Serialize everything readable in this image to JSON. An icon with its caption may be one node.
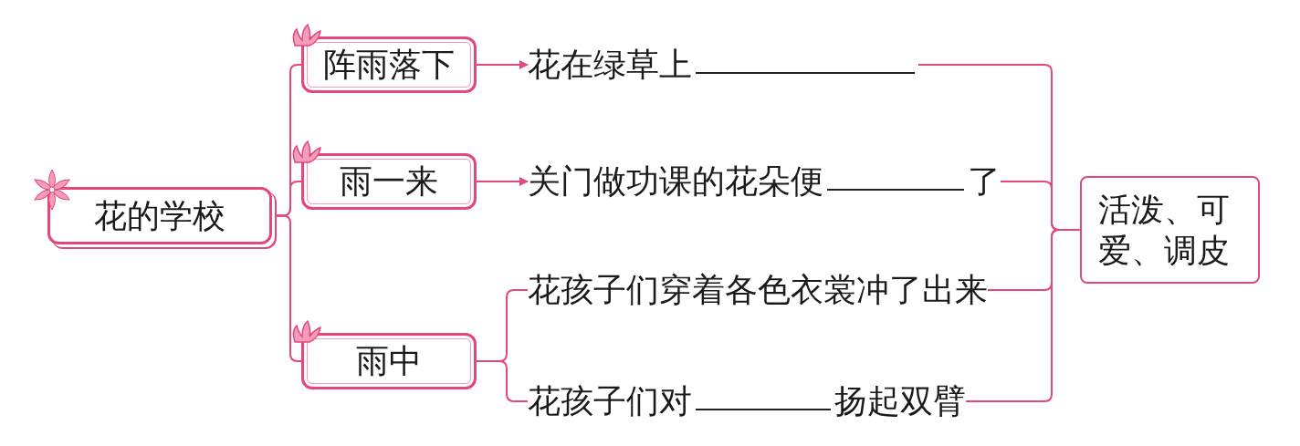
{
  "diagram": {
    "nodes": [
      {
        "text": [
          "花的学校"
        ]
      },
      {
        "text": [
          "阵雨落下"
        ]
      },
      {
        "text": [
          "雨一来"
        ]
      },
      {
        "text": [
          "雨中"
        ]
      },
      {
        "text": [
          "花在绿草上"
        ]
      },
      {
        "text": [
          "关门做功课的花朵便",
          "了"
        ]
      },
      {
        "text": [
          "花孩子们穿着各色衣裳冲了出来"
        ]
      },
      {
        "text": [
          "花孩子们对",
          "扬起双臂"
        ]
      },
      {
        "text": [
          "活泼、可爱、调皮"
        ]
      }
    ],
    "edges": [
      {
        "from": 0,
        "to": 1,
        "arrow": "none"
      },
      {
        "from": 0,
        "to": 2,
        "arrow": "none"
      },
      {
        "from": 0,
        "to": 3,
        "arrow": "none"
      },
      {
        "from": 1,
        "to": 4,
        "arrow": "to"
      },
      {
        "from": 2,
        "to": 5,
        "arrow": "to"
      },
      {
        "from": 3,
        "to": 6,
        "arrow": "none"
      },
      {
        "from": 3,
        "to": 7,
        "arrow": "none"
      },
      {
        "from": 4,
        "to": 8,
        "arrow": "none"
      },
      {
        "from": 5,
        "to": 8,
        "arrow": "none"
      },
      {
        "from": 6,
        "to": 8,
        "arrow": "none"
      },
      {
        "from": 7,
        "to": 8,
        "arrow": "none"
      }
    ]
  }
}
